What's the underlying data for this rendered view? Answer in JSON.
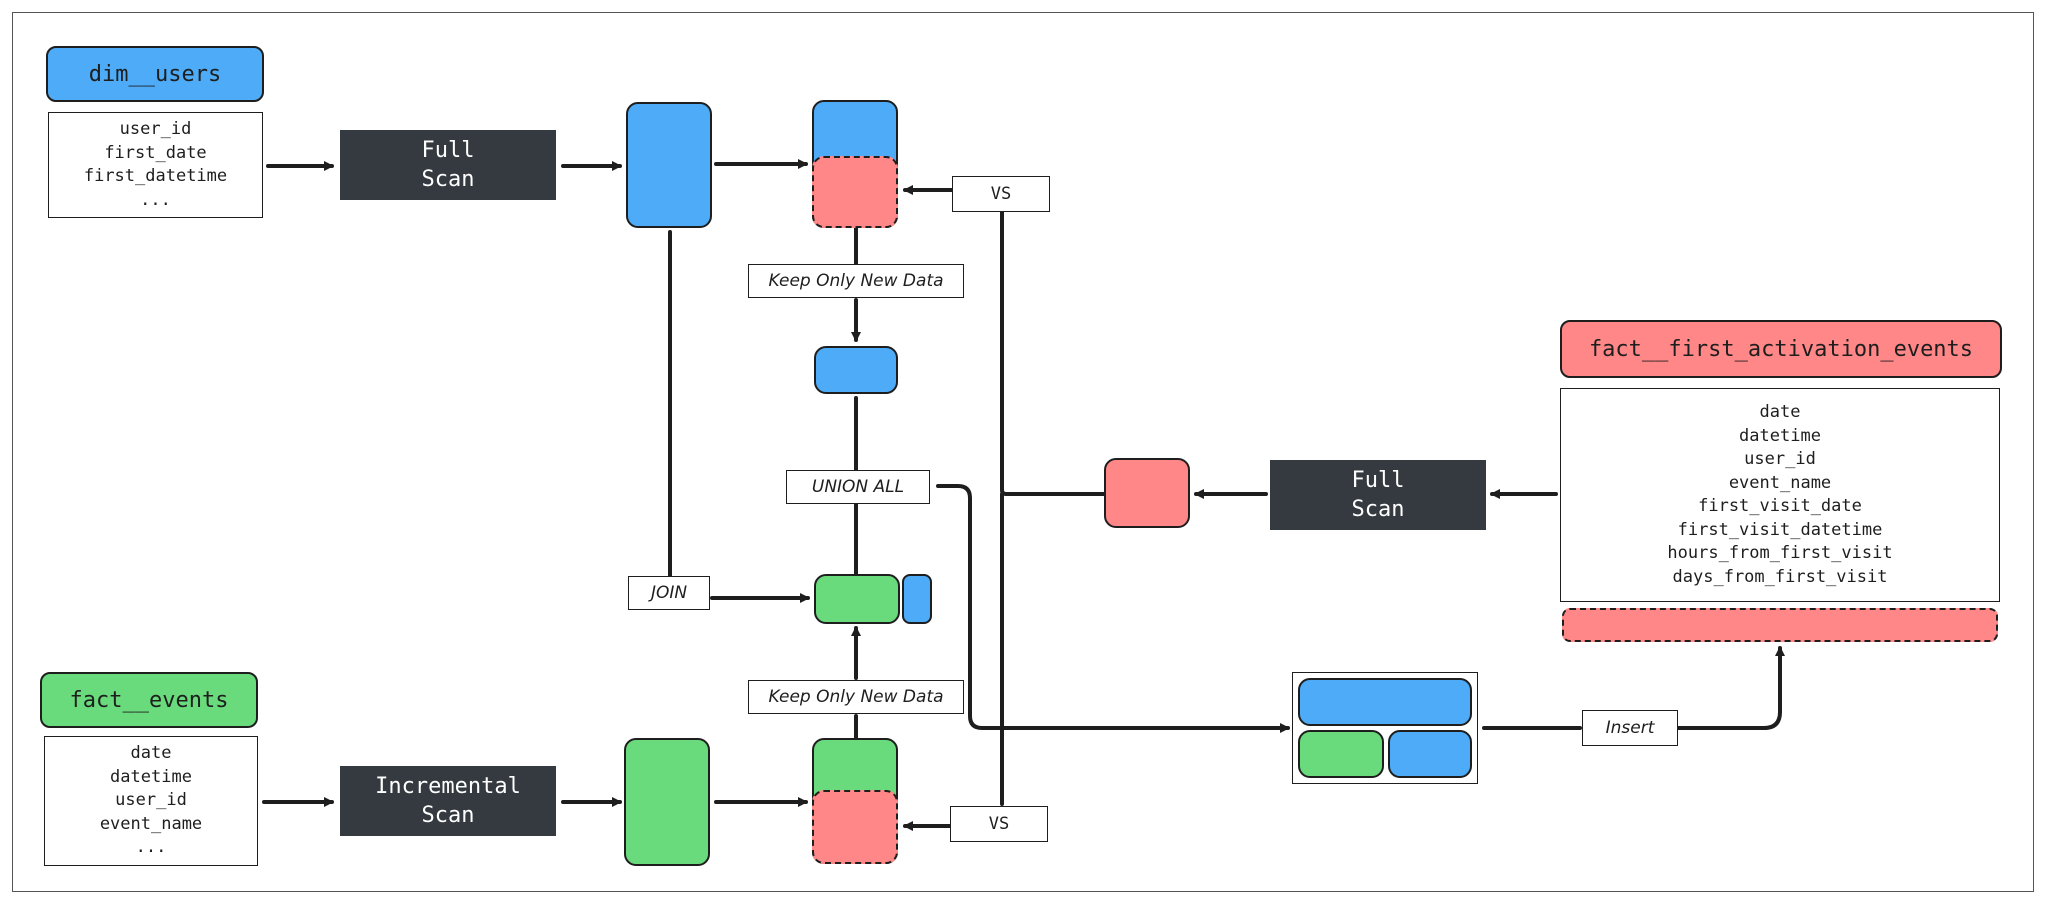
{
  "dim_users": {
    "title": "dim__users",
    "fields": [
      "user_id",
      "first_date",
      "first_datetime",
      "..."
    ],
    "scan": [
      "Full",
      "Scan"
    ]
  },
  "fact_events": {
    "title": "fact__events",
    "fields": [
      "date",
      "datetime",
      "user_id",
      "event_name",
      "..."
    ],
    "scan": [
      "Incremental",
      "Scan"
    ]
  },
  "fact_first_activation": {
    "title": "fact__first_activation_events",
    "fields": [
      "date",
      "datetime",
      "user_id",
      "event_name",
      "first_visit_date",
      "first_visit_datetime",
      "hours_from_first_visit",
      "days_from_first_visit"
    ],
    "scan": [
      "Full",
      "Scan"
    ]
  },
  "labels": {
    "vs_top": "VS",
    "vs_bottom": "VS",
    "keep_new_top": "Keep Only New Data",
    "keep_new_bottom": "Keep Only New Data",
    "union_all": "UNION ALL",
    "join": "JOIN",
    "insert": "Insert"
  },
  "colors": {
    "blue": "#4dabf7",
    "green": "#69db7c",
    "red": "#ff8787",
    "dark": "#343a40"
  }
}
